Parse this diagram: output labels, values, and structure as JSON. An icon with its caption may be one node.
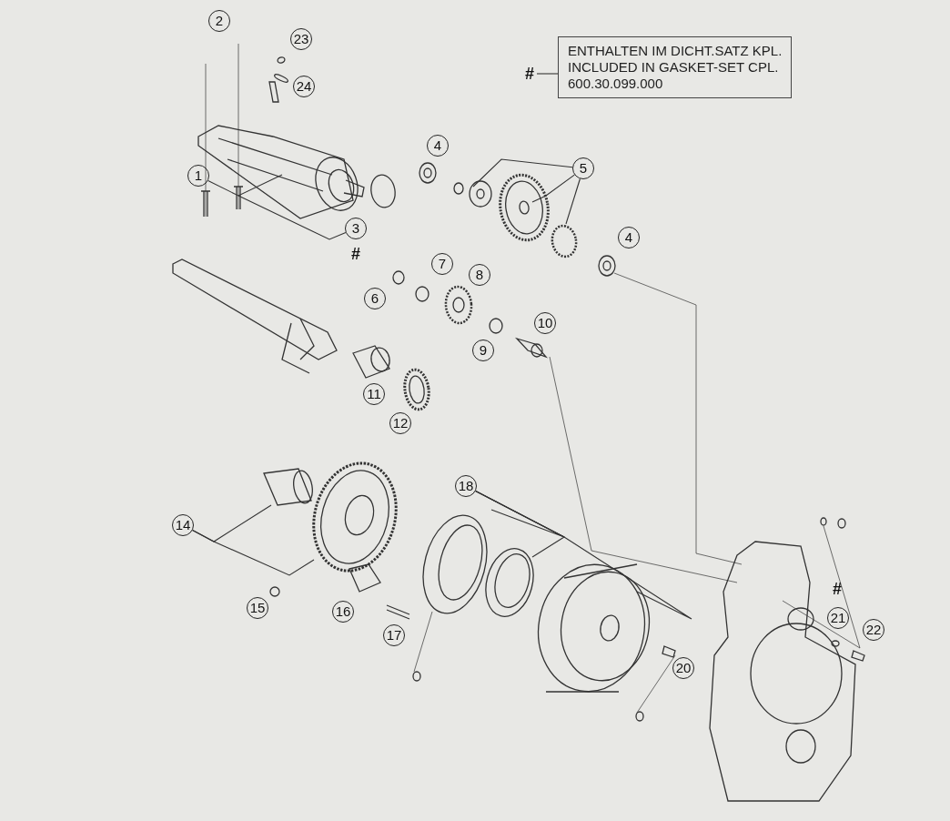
{
  "diagram": {
    "nodes": [
      {
        "text": [
          "2"
        ]
      },
      {
        "text": [
          "23"
        ]
      },
      {
        "text": [
          "#"
        ]
      },
      {
        "text": [
          "ENTHALTEN IM DICHT.SATZ KPL.",
          "INCLUDED IN GASKET-SET CPL.",
          "600.30.099.000"
        ]
      },
      {
        "text": [
          "24"
        ]
      },
      {
        "text": [
          "4"
        ]
      },
      {
        "text": [
          "5"
        ]
      },
      {
        "text": [
          "1"
        ]
      },
      {
        "text": [
          "3"
        ]
      },
      {
        "text": [
          "4"
        ]
      },
      {
        "text": [
          "7"
        ]
      },
      {
        "text": [
          "8"
        ]
      },
      {
        "text": [
          "6"
        ]
      },
      {
        "text": [
          "10"
        ]
      },
      {
        "text": [
          "9"
        ]
      },
      {
        "text": [
          "11"
        ]
      },
      {
        "text": [
          "12"
        ]
      },
      {
        "text": [
          "18"
        ]
      },
      {
        "text": [
          "14"
        ]
      },
      {
        "text": [
          "15"
        ]
      },
      {
        "text": [
          "16"
        ]
      },
      {
        "text": [
          "21"
        ]
      },
      {
        "text": [
          "22"
        ]
      },
      {
        "text": [
          "17"
        ]
      },
      {
        "text": [
          "20"
        ]
      }
    ],
    "edges": [
      {
        "from": 2,
        "to": 3,
        "arrow": "none"
      },
      {
        "from": 7,
        "to": null,
        "arrow": "none"
      },
      {
        "from": 6,
        "to": null,
        "arrow": "none"
      },
      {
        "from": 6,
        "to": null,
        "arrow": "none"
      },
      {
        "from": 6,
        "to": null,
        "arrow": "none"
      },
      {
        "from": 8,
        "to": null,
        "arrow": "none"
      },
      {
        "from": 17,
        "to": null,
        "arrow": "none"
      },
      {
        "from": 17,
        "to": null,
        "arrow": "none"
      },
      {
        "from": 17,
        "to": null,
        "arrow": "none"
      },
      {
        "from": 18,
        "to": null,
        "arrow": "none"
      },
      {
        "from": 18,
        "to": null,
        "arrow": "none"
      }
    ],
    "labels": [
      "#",
      "#"
    ]
  }
}
